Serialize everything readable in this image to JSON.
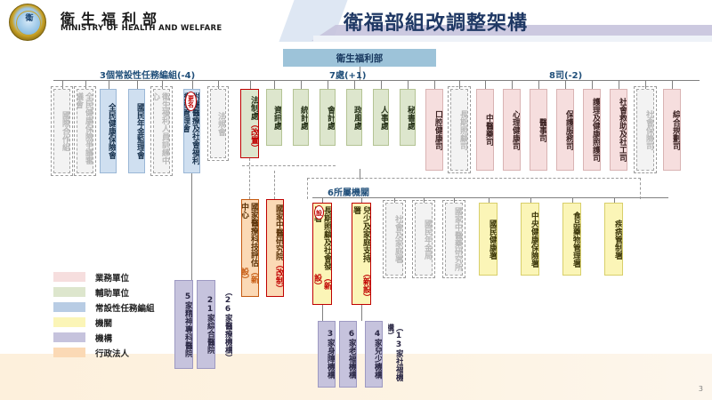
{
  "header": {
    "ministry_zh": "衛生福利部",
    "ministry_en": "MINISTRY OF HEALTH AND WELFARE",
    "logo_mark": "衛",
    "deck_title": "衛福部組改調整架構"
  },
  "top_box": {
    "label": "衛生福利部"
  },
  "group_captions": {
    "task_units": "3個常設性任務編組(-4)",
    "departments": "7處(+1)",
    "bureaus": "8司(-2)",
    "agencies": "6所屬機關"
  },
  "task_units": [
    {
      "label": "國際合作組",
      "style": "ghost"
    },
    {
      "label": "全民健康保險爭議審議會",
      "style": "ghost"
    },
    {
      "label": "全民健康保險會",
      "style": "blue"
    },
    {
      "label": "國民年金監理會",
      "style": "blue"
    },
    {
      "label": "衛生福利人員訓練中心",
      "style": "ghost"
    },
    {
      "label": "附屬醫療及社會福利機構管理會",
      "style": "blue",
      "tag": "更名"
    }
  ],
  "departments": [
    {
      "label": "法規會",
      "style": "ghost"
    },
    {
      "label": "法制處",
      "suffix": "（改置）",
      "style": "green",
      "outline": "red"
    },
    {
      "label": "資訊處",
      "style": "green"
    },
    {
      "label": "統計處",
      "style": "green"
    },
    {
      "label": "會計處",
      "style": "green"
    },
    {
      "label": "政風處",
      "style": "green"
    },
    {
      "label": "人事處",
      "style": "green"
    },
    {
      "label": "秘書處",
      "style": "green"
    }
  ],
  "bureaus": [
    {
      "label": "口腔健康司",
      "style": "pink"
    },
    {
      "label": "長期照顧司",
      "style": "ghost"
    },
    {
      "label": "中醫藥司",
      "style": "pink"
    },
    {
      "label": "心理健康司",
      "style": "pink"
    },
    {
      "label": "醫事司",
      "style": "pink"
    },
    {
      "label": "保護服務司",
      "style": "pink"
    },
    {
      "label": "護理及健康照護司",
      "style": "pink"
    },
    {
      "label": "社會救助及社工司",
      "style": "pink"
    },
    {
      "label": "社會保險司",
      "style": "ghost"
    },
    {
      "label": "綜合規劃司",
      "style": "pink"
    }
  ],
  "juridical_persons": [
    {
      "label": "國家醫療科技評估中心",
      "suffix": "（新設）",
      "style": "orange",
      "outline": "orange"
    },
    {
      "label": "國家中醫研究院",
      "suffix": "（改制）",
      "style": "orange",
      "outline": "red"
    }
  ],
  "agencies": [
    {
      "label": "長期照顧及社會發展署",
      "suffix": "（新設）",
      "style": "yellow",
      "outline": "red",
      "tag": "設"
    },
    {
      "label": "兒少及家庭支持署",
      "suffix": "（新設）",
      "style": "yellow",
      "outline": "red",
      "tag": "設"
    },
    {
      "label": "社會及家庭署",
      "style": "ghost"
    },
    {
      "label": "國民年金局",
      "style": "ghost"
    },
    {
      "label": "國家中醫藥研究所",
      "style": "ghost"
    },
    {
      "label": "國民健康署",
      "style": "yellow"
    },
    {
      "label": "中央健康保險署",
      "style": "yellow"
    },
    {
      "label": "食品藥物管理署",
      "style": "yellow"
    },
    {
      "label": "疾病管制署",
      "style": "yellow"
    }
  ],
  "institutions": {
    "medical_group_label": "（26家醫療機構）",
    "medical": [
      {
        "label": "21家綜合醫院"
      },
      {
        "label": "5家精神專科醫院"
      }
    ],
    "welfare_group_label": "（13家社福機構）",
    "welfare": [
      {
        "label": "6家老福機構"
      },
      {
        "label": "3家身障機構"
      },
      {
        "label": "4家兒少機構"
      }
    ]
  },
  "legend": [
    {
      "label": "業務單位",
      "color": "#f6dede"
    },
    {
      "label": "輔助單位",
      "color": "#dde6cd"
    },
    {
      "label": "常設性任務編組",
      "color": "#b8cce4"
    },
    {
      "label": "機關",
      "color": "#fbf5b7"
    },
    {
      "label": "機構",
      "color": "#c6c3dd"
    },
    {
      "label": "行政法人",
      "color": "#fbd9b5"
    }
  ],
  "page_no": "3"
}
